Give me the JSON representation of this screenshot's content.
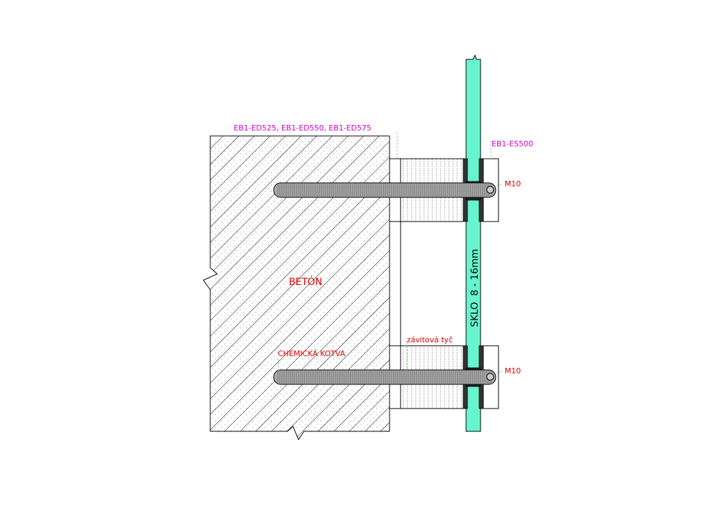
{
  "labels": {
    "spacer_codes": "EB1-ED525, EB1-ED550, EB1-ED575",
    "cap_code": "EB1-ES500",
    "bolt_top": "M10",
    "bolt_bottom": "M10",
    "concrete": "BETÓN",
    "glass": "SKLO  8 - 16mm",
    "threaded_rod": "závitová tyč",
    "chemical_anchor": "CHEMICKÁ KOTVA"
  },
  "colors": {
    "glass": "#66f5cc",
    "magenta_label": "#cc00cc",
    "red_label": "#e00000",
    "leader": "#7fbf7f",
    "outline": "#000000",
    "rod": "#9a9a9a",
    "seal": "#222222"
  }
}
